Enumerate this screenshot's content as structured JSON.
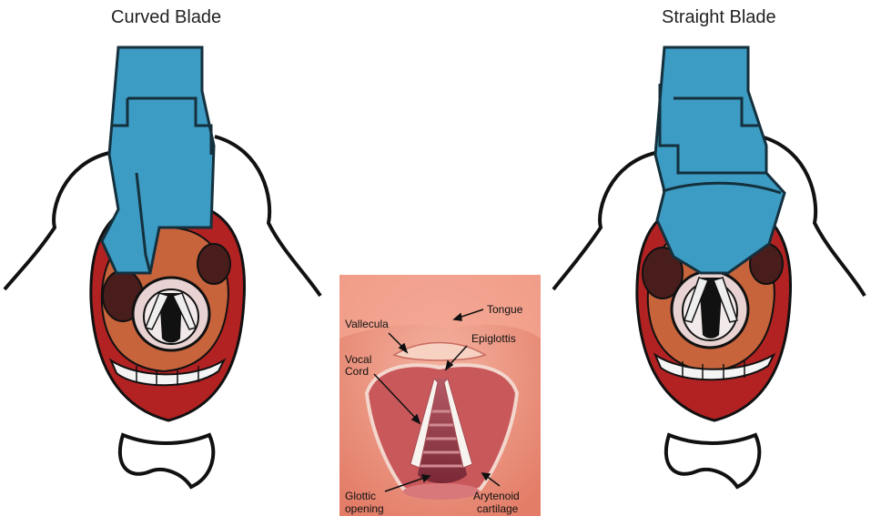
{
  "panels": {
    "left_title": "Curved Blade",
    "right_title": "Straight Blade"
  },
  "center_labels": {
    "tongue": "Tongue",
    "vallecula": "Vallecula",
    "epiglottis": "Epiglottis",
    "vocal_cord_1": "Vocal",
    "vocal_cord_2": "Cord",
    "glottic_1": "Glottic",
    "glottic_2": "opening",
    "arytenoid_1": "Arytenoid",
    "arytenoid_2": "cartilage"
  },
  "colors": {
    "blade": "#3d9cc4",
    "blade_dark": "#14303d",
    "lip": "#b22222",
    "mouth": "#5a1212",
    "mucosa": "#e88e78"
  }
}
